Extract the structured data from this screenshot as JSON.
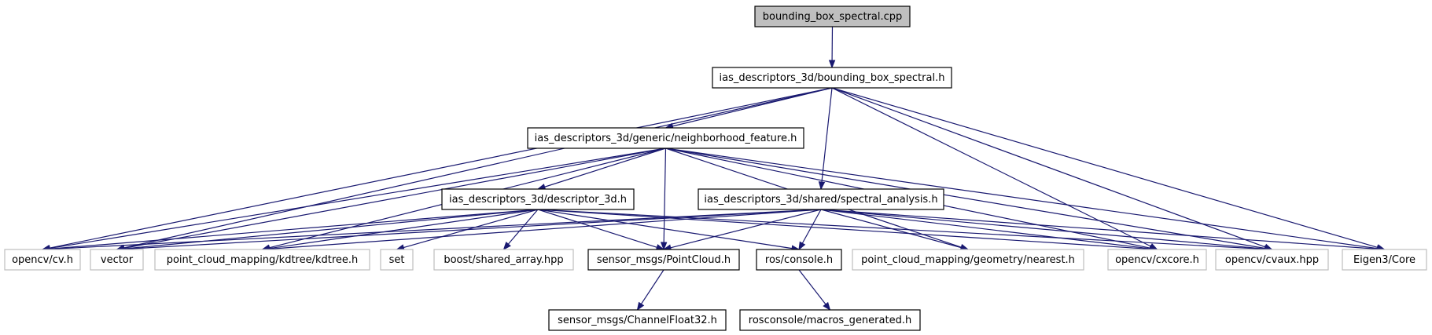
{
  "nodes": {
    "root": {
      "label": "bounding_box_spectral.cpp",
      "kind": "root"
    },
    "bbs_h": {
      "label": "ias_descriptors_3d/bounding_box_spectral.h",
      "kind": "normal"
    },
    "neighborhood": {
      "label": "ias_descriptors_3d/generic/neighborhood_feature.h",
      "kind": "normal"
    },
    "descriptor": {
      "label": "ias_descriptors_3d/descriptor_3d.h",
      "kind": "normal"
    },
    "spectral": {
      "label": "ias_descriptors_3d/shared/spectral_analysis.h",
      "kind": "normal"
    },
    "cv": {
      "label": "opencv/cv.h",
      "kind": "external"
    },
    "vector": {
      "label": "vector",
      "kind": "external"
    },
    "kdtree": {
      "label": "point_cloud_mapping/kdtree/kdtree.h",
      "kind": "external"
    },
    "set": {
      "label": "set",
      "kind": "external"
    },
    "shared_array": {
      "label": "boost/shared_array.hpp",
      "kind": "external"
    },
    "pointcloud": {
      "label": "sensor_msgs/PointCloud.h",
      "kind": "normal"
    },
    "console": {
      "label": "ros/console.h",
      "kind": "normal"
    },
    "nearest": {
      "label": "point_cloud_mapping/geometry/nearest.h",
      "kind": "external"
    },
    "cxcore": {
      "label": "opencv/cxcore.h",
      "kind": "external"
    },
    "cvaux": {
      "label": "opencv/cvaux.hpp",
      "kind": "external"
    },
    "eigen": {
      "label": "Eigen3/Core",
      "kind": "external"
    },
    "channel": {
      "label": "sensor_msgs/ChannelFloat32.h",
      "kind": "normal"
    },
    "macros": {
      "label": "rosconsole/macros_generated.h",
      "kind": "normal"
    }
  },
  "edges": [
    [
      "root",
      "bbs_h"
    ],
    [
      "bbs_h",
      "neighborhood"
    ],
    [
      "bbs_h",
      "spectral"
    ],
    [
      "bbs_h",
      "cv"
    ],
    [
      "bbs_h",
      "vector"
    ],
    [
      "bbs_h",
      "cxcore"
    ],
    [
      "bbs_h",
      "cvaux"
    ],
    [
      "bbs_h",
      "eigen"
    ],
    [
      "neighborhood",
      "descriptor"
    ],
    [
      "neighborhood",
      "cv"
    ],
    [
      "neighborhood",
      "vector"
    ],
    [
      "neighborhood",
      "kdtree"
    ],
    [
      "neighborhood",
      "pointcloud"
    ],
    [
      "neighborhood",
      "nearest"
    ],
    [
      "neighborhood",
      "cxcore"
    ],
    [
      "neighborhood",
      "cvaux"
    ],
    [
      "neighborhood",
      "eigen"
    ],
    [
      "descriptor",
      "cv"
    ],
    [
      "descriptor",
      "vector"
    ],
    [
      "descriptor",
      "kdtree"
    ],
    [
      "descriptor",
      "set"
    ],
    [
      "descriptor",
      "shared_array"
    ],
    [
      "descriptor",
      "pointcloud"
    ],
    [
      "descriptor",
      "console"
    ],
    [
      "descriptor",
      "cxcore"
    ],
    [
      "descriptor",
      "cvaux"
    ],
    [
      "spectral",
      "cv"
    ],
    [
      "spectral",
      "vector"
    ],
    [
      "spectral",
      "kdtree"
    ],
    [
      "spectral",
      "pointcloud"
    ],
    [
      "spectral",
      "console"
    ],
    [
      "spectral",
      "nearest"
    ],
    [
      "spectral",
      "cxcore"
    ],
    [
      "spectral",
      "cvaux"
    ],
    [
      "spectral",
      "eigen"
    ],
    [
      "pointcloud",
      "channel"
    ],
    [
      "console",
      "macros"
    ]
  ]
}
